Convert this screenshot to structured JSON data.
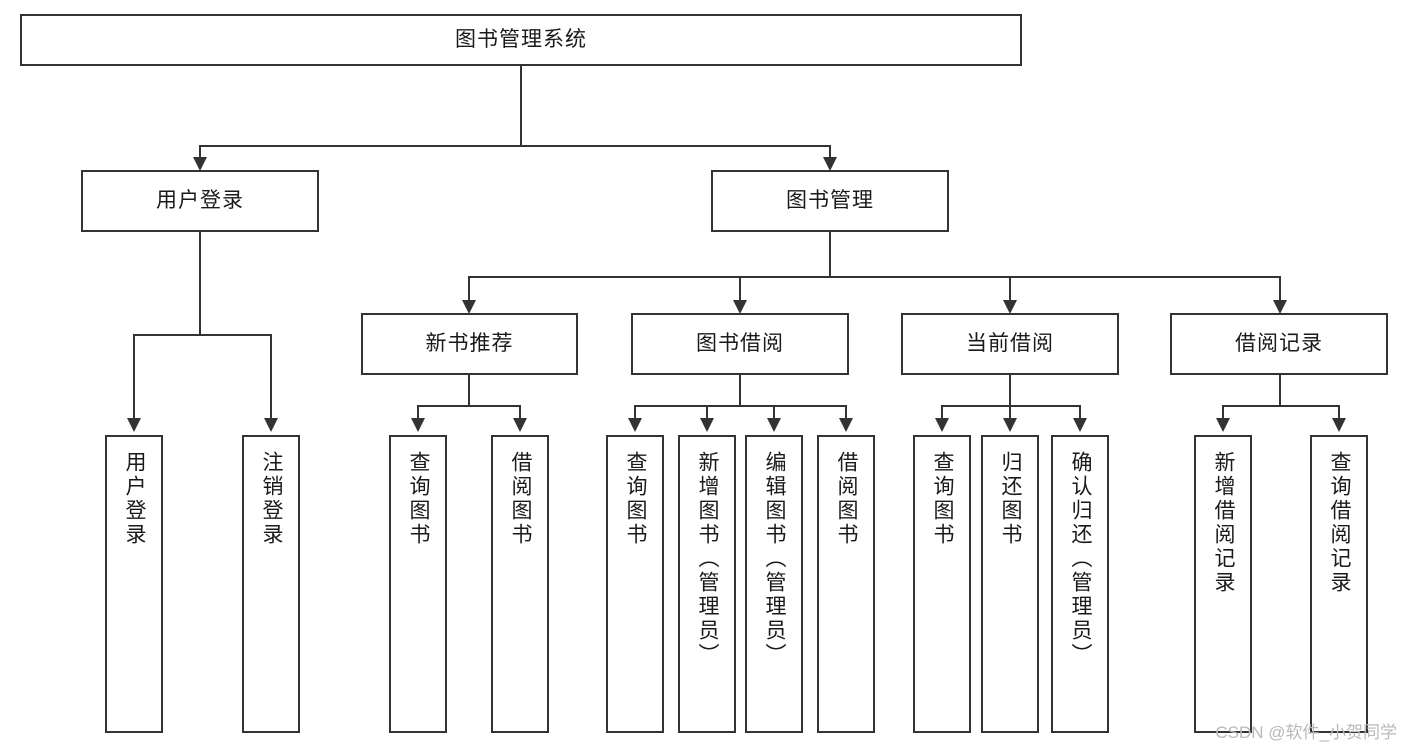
{
  "diagram": {
    "type": "tree",
    "title": "图书管理系统 功能结构图",
    "orientation": "top-down",
    "style": {
      "box_border_color": "#333333",
      "box_fill_color": "#ffffff",
      "connector_color": "#333333",
      "text_color": "#1a1a1a",
      "background_color": "#ffffff",
      "watermark_color": "#b9b9b9"
    },
    "root": {
      "label": "图书管理系统"
    },
    "level2": [
      {
        "label": "用户登录"
      },
      {
        "label": "图书管理"
      }
    ],
    "level3": [
      {
        "label": "新书推荐"
      },
      {
        "label": "图书借阅"
      },
      {
        "label": "当前借阅"
      },
      {
        "label": "借阅记录"
      }
    ],
    "leaves": {
      "user_login": [
        {
          "label": "用户登录"
        },
        {
          "label": "注销登录"
        }
      ],
      "new_book_recommend": [
        {
          "label": "查询图书"
        },
        {
          "label": "借阅图书"
        }
      ],
      "book_borrow": [
        {
          "label": "查询图书"
        },
        {
          "label": "新增图书（管理员）"
        },
        {
          "label": "编辑图书（管理员）"
        },
        {
          "label": "借阅图书"
        }
      ],
      "current_borrow": [
        {
          "label": "查询图书"
        },
        {
          "label": "归还图书"
        },
        {
          "label": "确认归还（管理员）"
        }
      ],
      "borrow_record": [
        {
          "label": "新增借阅记录"
        },
        {
          "label": "查询借阅记录"
        }
      ]
    }
  },
  "watermark": {
    "text": "CSDN @软件_小贺同学"
  }
}
